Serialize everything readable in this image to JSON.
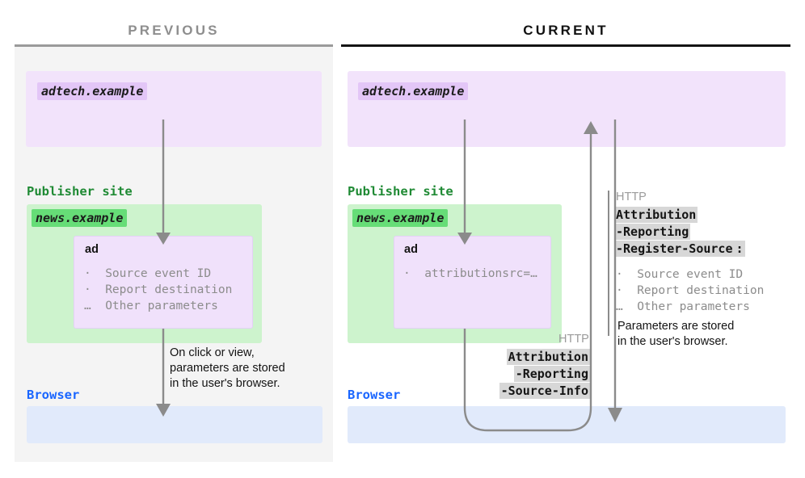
{
  "columns": {
    "previous": {
      "title": "PREVIOUS",
      "rule_color": "#9a9a9a",
      "title_color": "#8e8e8e"
    },
    "current": {
      "title": "CURRENT",
      "rule_color": "#141414",
      "title_color": "#111111"
    }
  },
  "palette": {
    "adtech_box": "#f2e3fb",
    "adtech_token": "#e3c6f7",
    "site_box": "#cdf3cd",
    "site_token": "#66dd77",
    "ad_box": "#f0e1fb",
    "browser_box": "#e1eafb",
    "panel_bg": "#f4f4f4",
    "arrow": "#8b8b8b",
    "header_highlight": "#d7d7d7",
    "green_text": "#1f8a34",
    "blue_text": "#1a66ff",
    "mono_gray": "#8c8c8c"
  },
  "previous": {
    "adtech_domain": "adtech.example",
    "publisher_label": "Publisher site",
    "news_domain": "news.example",
    "ad_title": "ad",
    "ad_params": "·  Source event ID\n·  Report destination\n…  Other parameters",
    "browser_label": "Browser",
    "note": "On click or view,\nparameters are stored\nin the user's browser."
  },
  "current": {
    "adtech_domain": "adtech.example",
    "publisher_label": "Publisher site",
    "news_domain": "news.example",
    "ad_title": "ad",
    "ad_params": "·  attributionsrc=…",
    "browser_label": "Browser",
    "request": {
      "http_word": "HTTP",
      "header_lines": [
        "Attribution",
        "-Reporting",
        "-Source-Info"
      ]
    },
    "response": {
      "http_word": "HTTP",
      "header_lines": [
        "Attribution",
        "-Reporting",
        "-Register-Source"
      ],
      "colon": ":",
      "params": "·  Source event ID\n·  Report destination\n…  Other parameters",
      "note": "Parameters are stored\nin the user's browser."
    }
  },
  "icons": {
    "arrow_down": "arrow-down-icon",
    "arrow_up": "arrow-up-icon",
    "u_turn": "u-turn-arrow-icon"
  }
}
